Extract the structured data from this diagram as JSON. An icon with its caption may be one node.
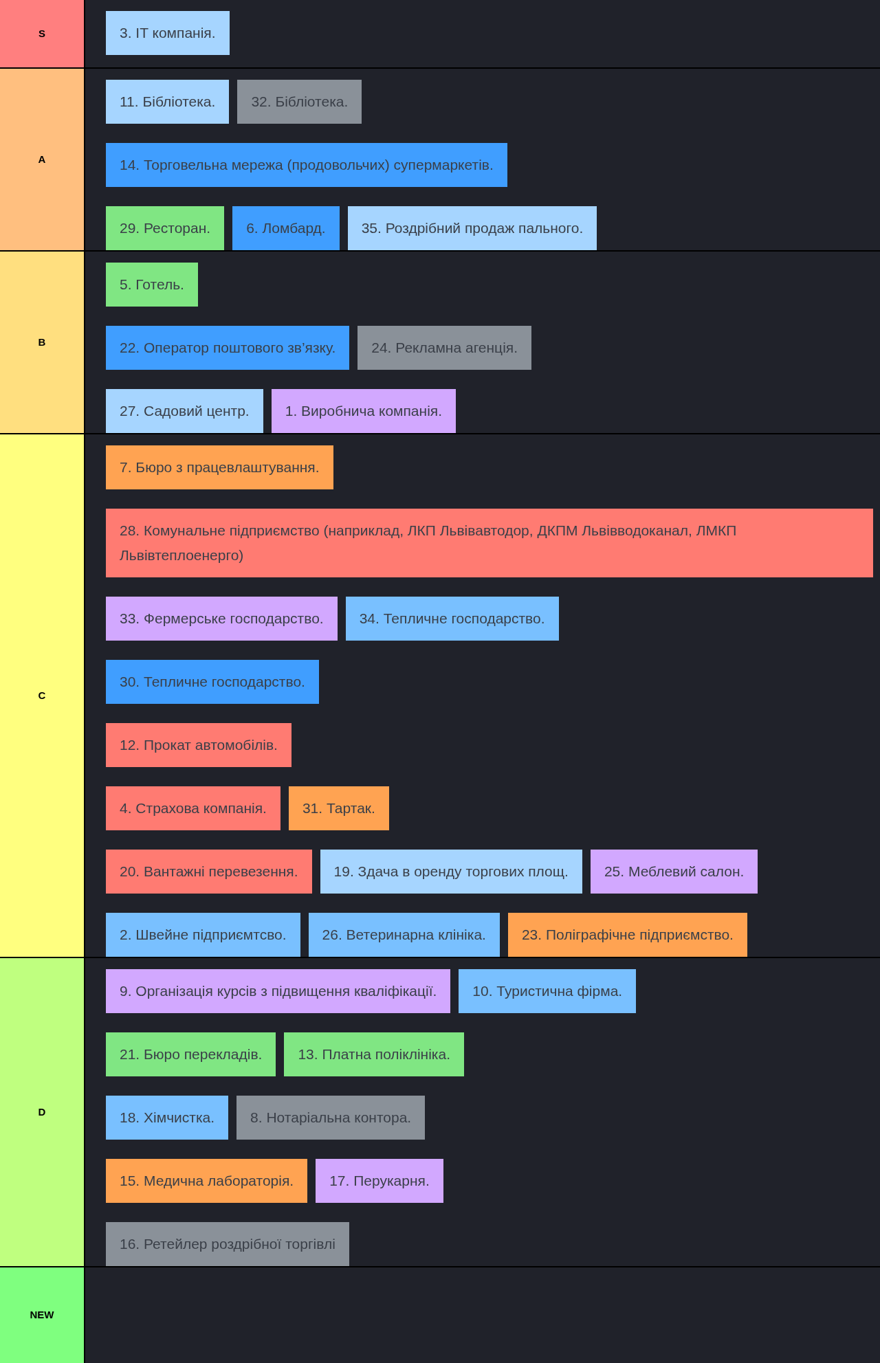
{
  "diagram": {
    "nodes": [
      {
        "text": [
          "S"
        ]
      },
      {
        "text": [
          "3. IT компанія."
        ],
        "in": 0
      },
      {
        "text": [
          "A"
        ]
      },
      {
        "text": [
          "11. Бібліотека."
        ],
        "in": 2
      },
      {
        "text": [
          "32. Бібліотека."
        ],
        "in": 2
      },
      {
        "text": [
          "14. Торговельна мережа (продовольчих) супермаркетів."
        ],
        "in": 2
      },
      {
        "text": [
          "29. Ресторан."
        ],
        "in": 2
      },
      {
        "text": [
          "6. Ломбард."
        ],
        "in": 2
      },
      {
        "text": [
          "35. Роздрібний продаж пального."
        ],
        "in": 2
      },
      {
        "text": [
          "B"
        ]
      },
      {
        "text": [
          "5. Готель."
        ],
        "in": 9
      },
      {
        "text": [
          "22. Оператор поштового зв’язку."
        ],
        "in": 9
      },
      {
        "text": [
          "24. Рекламна агенція."
        ],
        "in": 9
      },
      {
        "text": [
          "27. Садовий центр."
        ],
        "in": 9
      },
      {
        "text": [
          "1. Виробнича компанія."
        ],
        "in": 9
      },
      {
        "text": [
          "C"
        ]
      },
      {
        "text": [
          "7. Бюро з працевлаштування."
        ],
        "in": 15
      },
      {
        "text": [
          "28. Комунальне підприємство (наприклад, ЛКП Львівавтодор, ДКПМ Львівводоканал, ЛМКП Львівтеплоенерго)"
        ],
        "in": 15
      },
      {
        "text": [
          "33. Фермерське господарство."
        ],
        "in": 15
      },
      {
        "text": [
          "34. Тепличне господарство."
        ],
        "in": 15
      },
      {
        "text": [
          "30. Тепличне господарство."
        ],
        "in": 15
      },
      {
        "text": [
          "12. Прокат автомобілів."
        ],
        "in": 15
      },
      {
        "text": [
          "4. Страхова компанія."
        ],
        "in": 15
      },
      {
        "text": [
          "31. Тартак."
        ],
        "in": 15
      },
      {
        "text": [
          "20. Вантажні перевезення."
        ],
        "in": 15
      },
      {
        "text": [
          "19. Здача в оренду торгових площ."
        ],
        "in": 15
      },
      {
        "text": [
          "25. Меблевий салон."
        ],
        "in": 15
      },
      {
        "text": [
          "2. Швейне підприємтсво."
        ],
        "in": 15
      },
      {
        "text": [
          "26. Ветеринарна клініка."
        ],
        "in": 15
      },
      {
        "text": [
          "23. Поліграфічне підприємство."
        ],
        "in": 15
      },
      {
        "text": [
          "D"
        ]
      },
      {
        "text": [
          "9. Організація курсів з підвищення кваліфікації."
        ],
        "in": 30
      },
      {
        "text": [
          "10. Туристична фірма."
        ],
        "in": 30
      },
      {
        "text": [
          "21. Бюро перекладів."
        ],
        "in": 30
      },
      {
        "text": [
          "13. Платна поліклініка."
        ],
        "in": 30
      },
      {
        "text": [
          "18. Хімчистка."
        ],
        "in": 30
      },
      {
        "text": [
          "8. Нотаріальна контора."
        ],
        "in": 30
      },
      {
        "text": [
          "15. Медична лабораторія."
        ],
        "in": 30
      },
      {
        "text": [
          "17. Перукарня."
        ],
        "in": 30
      },
      {
        "text": [
          "16. Ретейлер роздрібної торгівлі"
        ],
        "in": 30
      },
      {
        "text": [
          "NEW"
        ]
      }
    ]
  }
}
